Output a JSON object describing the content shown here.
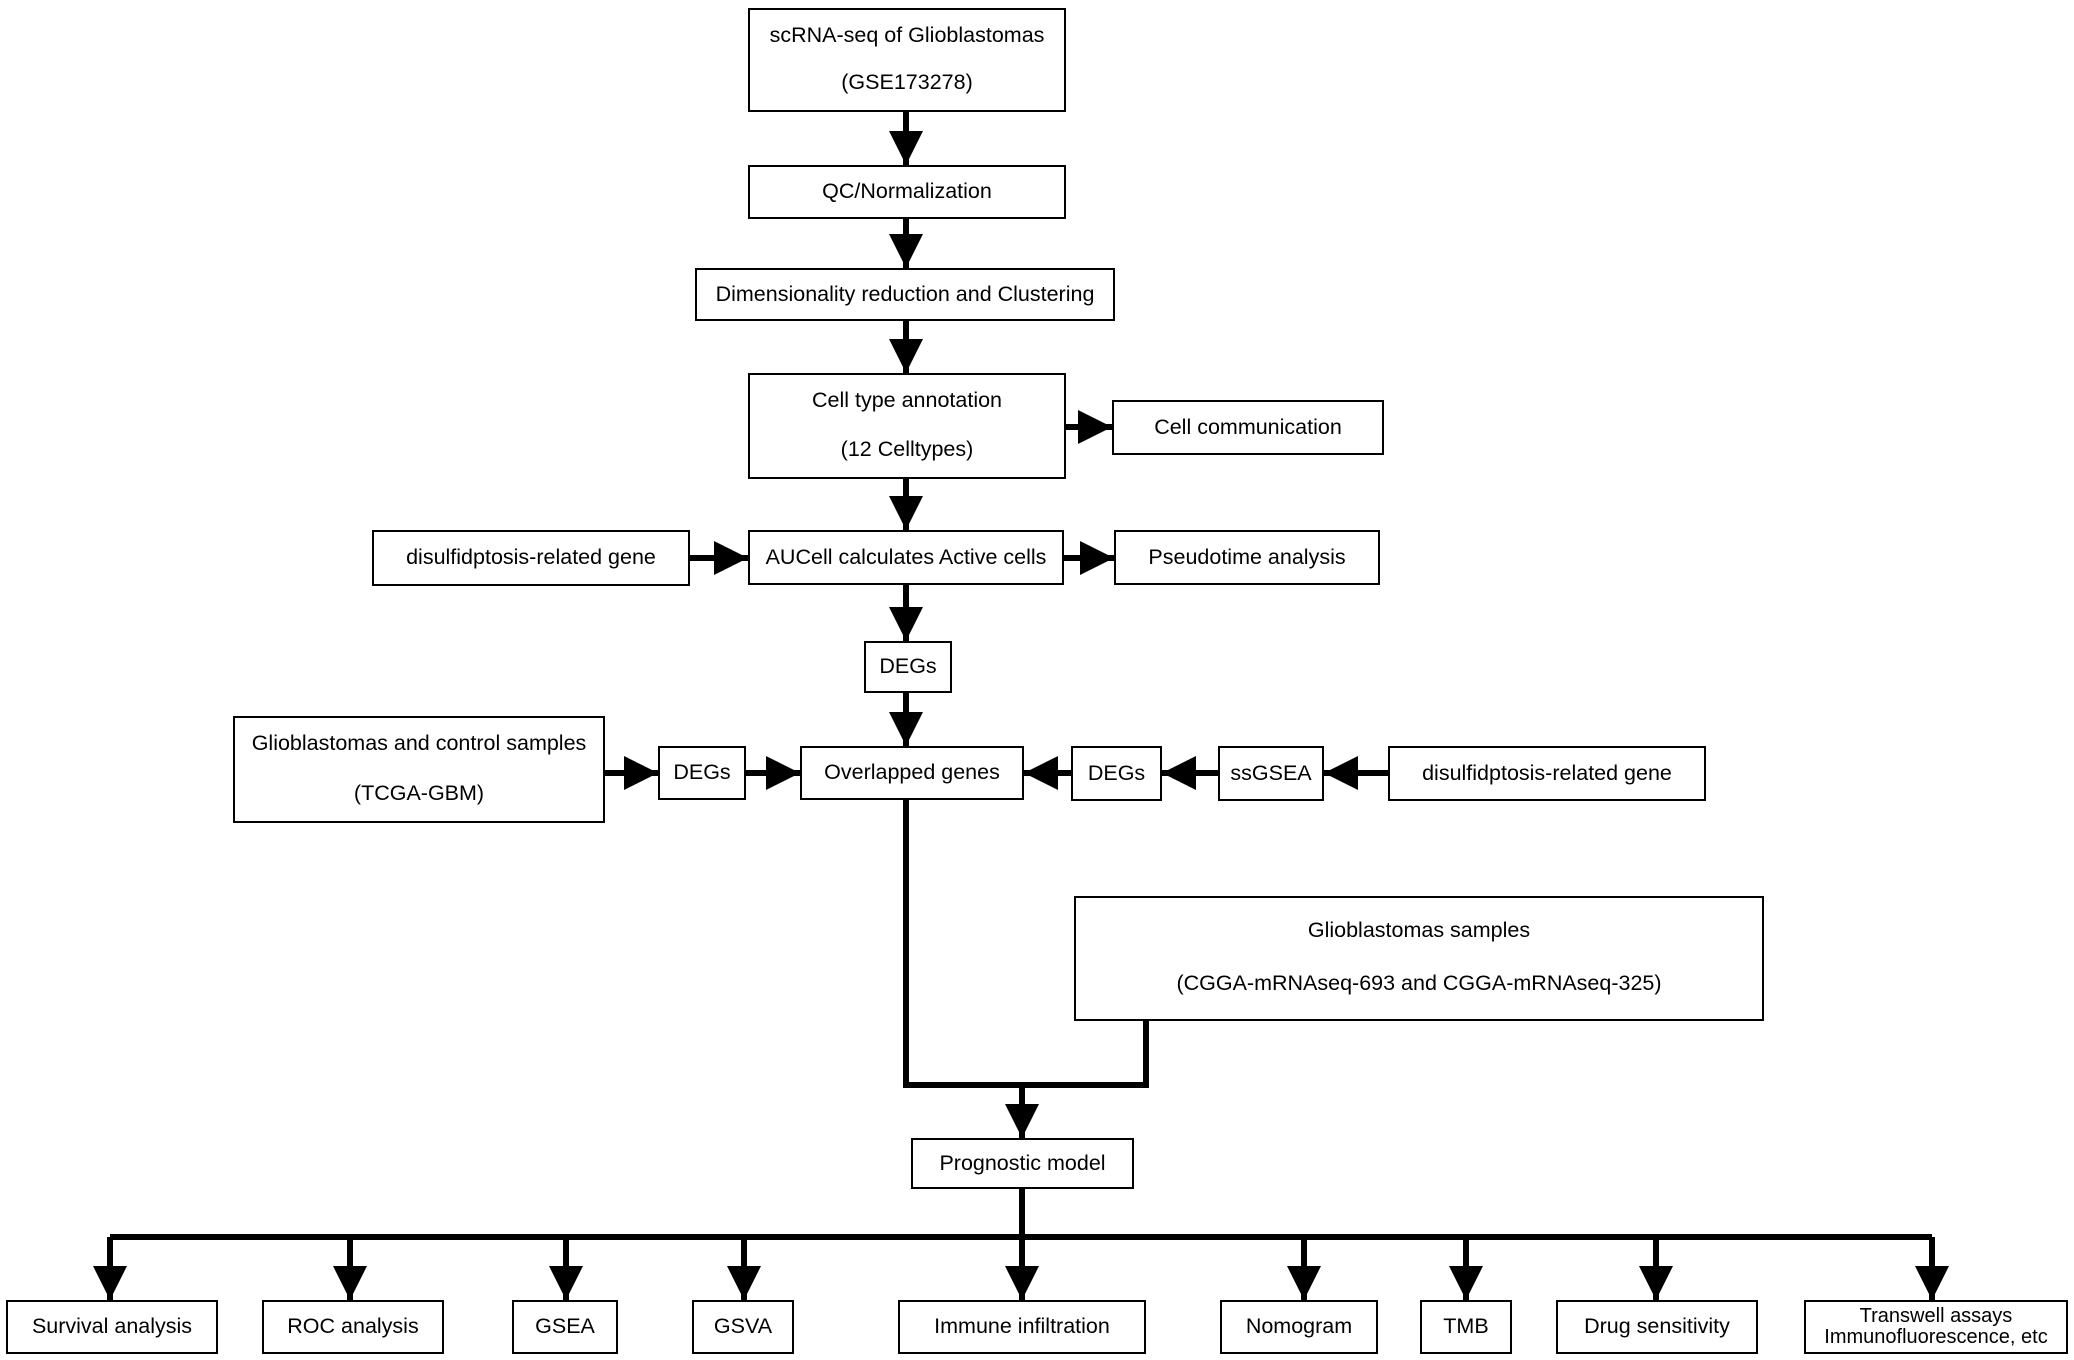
{
  "nodes": {
    "scrna": [
      "scRNA-seq of Glioblastomas",
      "(GSE173278)"
    ],
    "qc": "QC/Normalization",
    "dimred": "Dimensionality reduction and Clustering",
    "celltype": [
      "Cell type annotation",
      "(12 Celltypes)"
    ],
    "cellcomm": "Cell communication",
    "dgene_left": "disulfidptosis-related gene",
    "aucell": "AUCell calculates Active cells",
    "pseudotime": "Pseudotime analysis",
    "degs_mid": "DEGs",
    "tcga": [
      "Glioblastomas and control samples",
      "(TCGA-GBM)"
    ],
    "degs_left": "DEGs",
    "overlap": "Overlapped genes",
    "degs_right": "DEGs",
    "ssgsea": "ssGSEA",
    "dgene_right": "disulfidptosis-related gene",
    "cgga": [
      "Glioblastomas samples",
      "(CGGA-mRNAseq-693 and CGGA-mRNAseq-325)"
    ],
    "prognostic": "Prognostic model"
  },
  "outputs": [
    "Survival analysis",
    "ROC analysis",
    "GSEA",
    "GSVA",
    "Immune infiltration",
    "Nomogram",
    "TMB",
    "Drug sensitivity",
    [
      "Transwell assays",
      "Immunofluorescence, etc"
    ]
  ]
}
